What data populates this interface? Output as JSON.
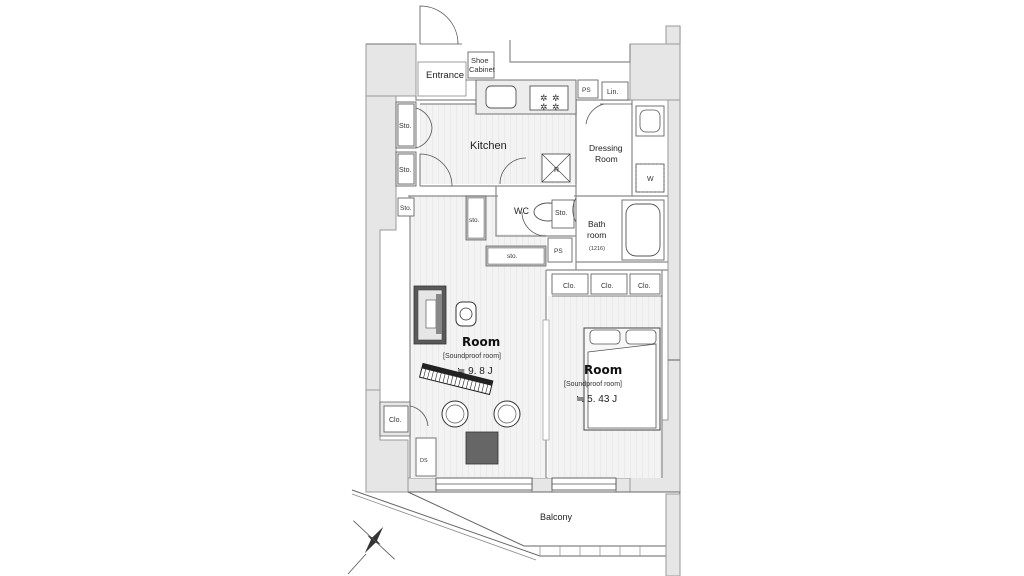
{
  "labels": {
    "entrance": "Entrance",
    "shoe_cabinet_1": "Shoe",
    "shoe_cabinet_2": "Cabinet",
    "ps_top": "PS",
    "lin": "Lin.",
    "sto_left_1": "Sto.",
    "sto_left_2": "Sto.",
    "sto_left_3": "Sto.",
    "kitchen": "Kitchen",
    "r": "R",
    "dressing_1": "Dressing",
    "dressing_2": "Room",
    "w": "W",
    "wc": "WC",
    "sto_wc": "Sto.",
    "sto_vert": "sto.",
    "sto_horiz": "sto.",
    "ps_mid": "PS",
    "bath_1": "Bath",
    "bath_2": "room",
    "bath_size": "(1216)",
    "clo_1": "Clo.",
    "clo_2": "Clo.",
    "clo_3": "Clo.",
    "room_left": "Room",
    "room_left_sub": "[Soundproof room]",
    "room_left_size": "≒ 9. 8 J",
    "room_right": "Room",
    "room_right_sub": "[Soundproof room]",
    "room_right_size": "≒ 5. 43 J",
    "clo_left": "Clo.",
    "ds": "DS",
    "balcony": "Balcony"
  }
}
